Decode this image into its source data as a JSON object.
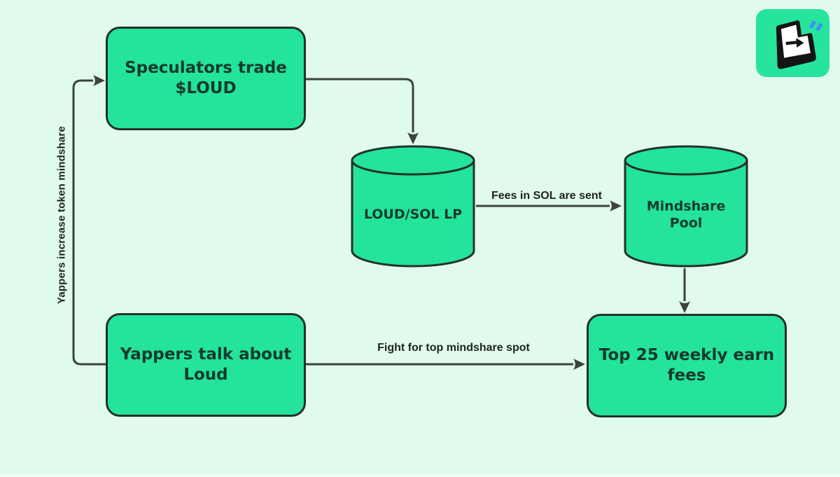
{
  "diagram": {
    "title": "LOUD token mindshare flywheel flowchart",
    "nodes": [
      {
        "id": "speculators",
        "type": "box",
        "label": "Speculators trade $LOUD"
      },
      {
        "id": "loud-sol-lp",
        "type": "cylinder",
        "label": "LOUD/SOL LP"
      },
      {
        "id": "mindshare-pool",
        "type": "cylinder",
        "label": "Mindshare Pool"
      },
      {
        "id": "yappers",
        "type": "box",
        "label": "Yappers talk about Loud"
      },
      {
        "id": "top-25",
        "type": "box",
        "label": "Top 25 weekly earn fees"
      }
    ],
    "edges": [
      {
        "id": "yappers-to-speculators",
        "from": "yappers",
        "to": "speculators",
        "label": "Yappers increase token mindshare"
      },
      {
        "id": "speculators-to-lp",
        "from": "speculators",
        "to": "loud-sol-lp",
        "label": ""
      },
      {
        "id": "lp-to-pool",
        "from": "loud-sol-lp",
        "to": "mindshare-pool",
        "label": "Fees in SOL are sent"
      },
      {
        "id": "pool-to-top25",
        "from": "mindshare-pool",
        "to": "top-25",
        "label": ""
      },
      {
        "id": "yappers-to-top25",
        "from": "yappers",
        "to": "top-25",
        "label": "Fight for top mindshare spot"
      }
    ]
  },
  "logo": {
    "icon": "document-arrow-right-icon"
  },
  "colors": {
    "bg": "#e0fbee",
    "shape-green": "#23e49a",
    "shape-border": "#24312a",
    "wire": "#3d423e",
    "box-text": "#143a2d",
    "label-text": "#20241f",
    "logo-green": "#26e49c",
    "logo-blue": "#3f8ef7"
  }
}
